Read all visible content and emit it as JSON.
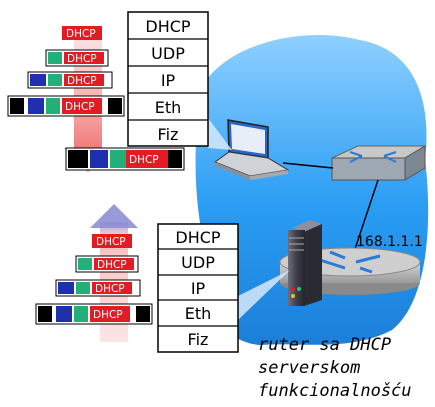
{
  "client_stack": [
    "DHCP",
    "UDP",
    "IP",
    "Eth",
    "Fiz"
  ],
  "server_stack": [
    "DHCP",
    "UDP",
    "IP",
    "Eth",
    "Fiz"
  ],
  "packet_label": "DHCP",
  "router_ip": "168.1.1.1",
  "router_caption": [
    "ruter sa DHCP",
    "serverskom",
    "funkcionalnošću"
  ],
  "colors": {
    "cloud": "#2a9df4",
    "dhcp_red": "#e31b23",
    "udp_green": "#22b07a",
    "ip_blue": "#1f2fb0",
    "eth_black": "#000000",
    "arrow_down": "#f06a6a",
    "arrow_up": "#9e9ed8"
  }
}
